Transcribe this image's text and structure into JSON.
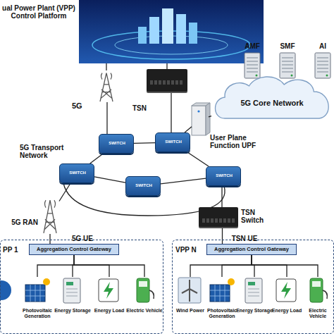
{
  "diagram": {
    "nodes": [
      {
        "text": [
          "ual Power Plant (VPP) Control Platform"
        ]
      },
      {
        "text": [
          "5G"
        ]
      },
      {
        "text": [
          "TSN"
        ]
      },
      {
        "text": [
          "AMF"
        ]
      },
      {
        "text": [
          "SMF"
        ]
      },
      {
        "text": [
          "AI"
        ]
      },
      {
        "text": [
          "5G Core Network"
        ]
      },
      {
        "text": [
          "SWITCH"
        ]
      },
      {
        "text": [
          "SWITCH"
        ]
      },
      {
        "text": [
          "User Plane Function UPF"
        ]
      },
      {
        "text": [
          "SWITCH"
        ]
      },
      {
        "text": [
          "SWITCH"
        ]
      },
      {
        "text": [
          "SWITCH"
        ]
      },
      {
        "text": [
          "5G RAN"
        ]
      },
      {
        "text": [
          "TSN Switch"
        ]
      },
      {
        "text": [
          "PP 1"
        ]
      },
      {
        "text": [
          "5G UE",
          "Aggregation Control Gateway"
        ],
        "in": 15
      },
      {
        "text": [
          "Photovoltaic Generation"
        ],
        "in": 15
      },
      {
        "text": [
          "Energy Storage"
        ],
        "in": 15
      },
      {
        "text": [
          "Energy Load"
        ],
        "in": 15
      },
      {
        "text": [
          "Electric Vehicle"
        ],
        "in": 15
      },
      {
        "text": [
          "VPP N"
        ]
      },
      {
        "text": [
          "TSN UE",
          "Aggregation Control Gateway"
        ],
        "in": 21
      },
      {
        "text": [
          "Wind Power"
        ],
        "in": 21
      },
      {
        "text": [
          "Photovoltaic Generation"
        ],
        "in": 21
      },
      {
        "text": [
          "Energy Storage"
        ],
        "in": 21
      },
      {
        "text": [
          "Energy Load"
        ],
        "in": 21
      },
      {
        "text": [
          "Electric Vehicle"
        ],
        "in": 21
      }
    ],
    "edges": [
      {
        "from": 0,
        "to": 1,
        "arrow": "none"
      },
      {
        "from": 0,
        "to": 2,
        "arrow": "none"
      },
      {
        "from": 1,
        "to": 7,
        "arrow": "none"
      },
      {
        "from": 2,
        "to": 8,
        "arrow": "none"
      },
      {
        "from": 9,
        "to": 6,
        "arrow": "none"
      },
      {
        "from": 8,
        "to": 9,
        "arrow": "none"
      },
      {
        "from": 7,
        "to": 8,
        "arrow": "none"
      },
      {
        "from": 7,
        "to": 10,
        "arrow": "none"
      },
      {
        "from": 8,
        "to": 12,
        "arrow": "none"
      },
      {
        "from": 10,
        "to": 11,
        "arrow": "none"
      },
      {
        "from": 11,
        "to": 12,
        "arrow": "none"
      },
      {
        "from": 10,
        "to": 13,
        "arrow": "none"
      },
      {
        "from": 12,
        "to": 14,
        "arrow": "none"
      },
      {
        "from": 13,
        "to": 16,
        "arrow": "none"
      },
      {
        "from": 14,
        "to": 22,
        "arrow": "none"
      },
      {
        "from": 16,
        "to": 17,
        "arrow": "none"
      },
      {
        "from": 16,
        "to": 18,
        "arrow": "none"
      },
      {
        "from": 16,
        "to": 19,
        "arrow": "none"
      },
      {
        "from": 16,
        "to": 20,
        "arrow": "none"
      },
      {
        "from": 22,
        "to": 23,
        "arrow": "none"
      },
      {
        "from": 22,
        "to": 24,
        "arrow": "none"
      },
      {
        "from": 22,
        "to": 25,
        "arrow": "none"
      },
      {
        "from": 22,
        "to": 26,
        "arrow": "none"
      },
      {
        "from": 22,
        "to": 27,
        "arrow": "none"
      }
    ],
    "labels": [
      "5G Transport Network"
    ]
  }
}
